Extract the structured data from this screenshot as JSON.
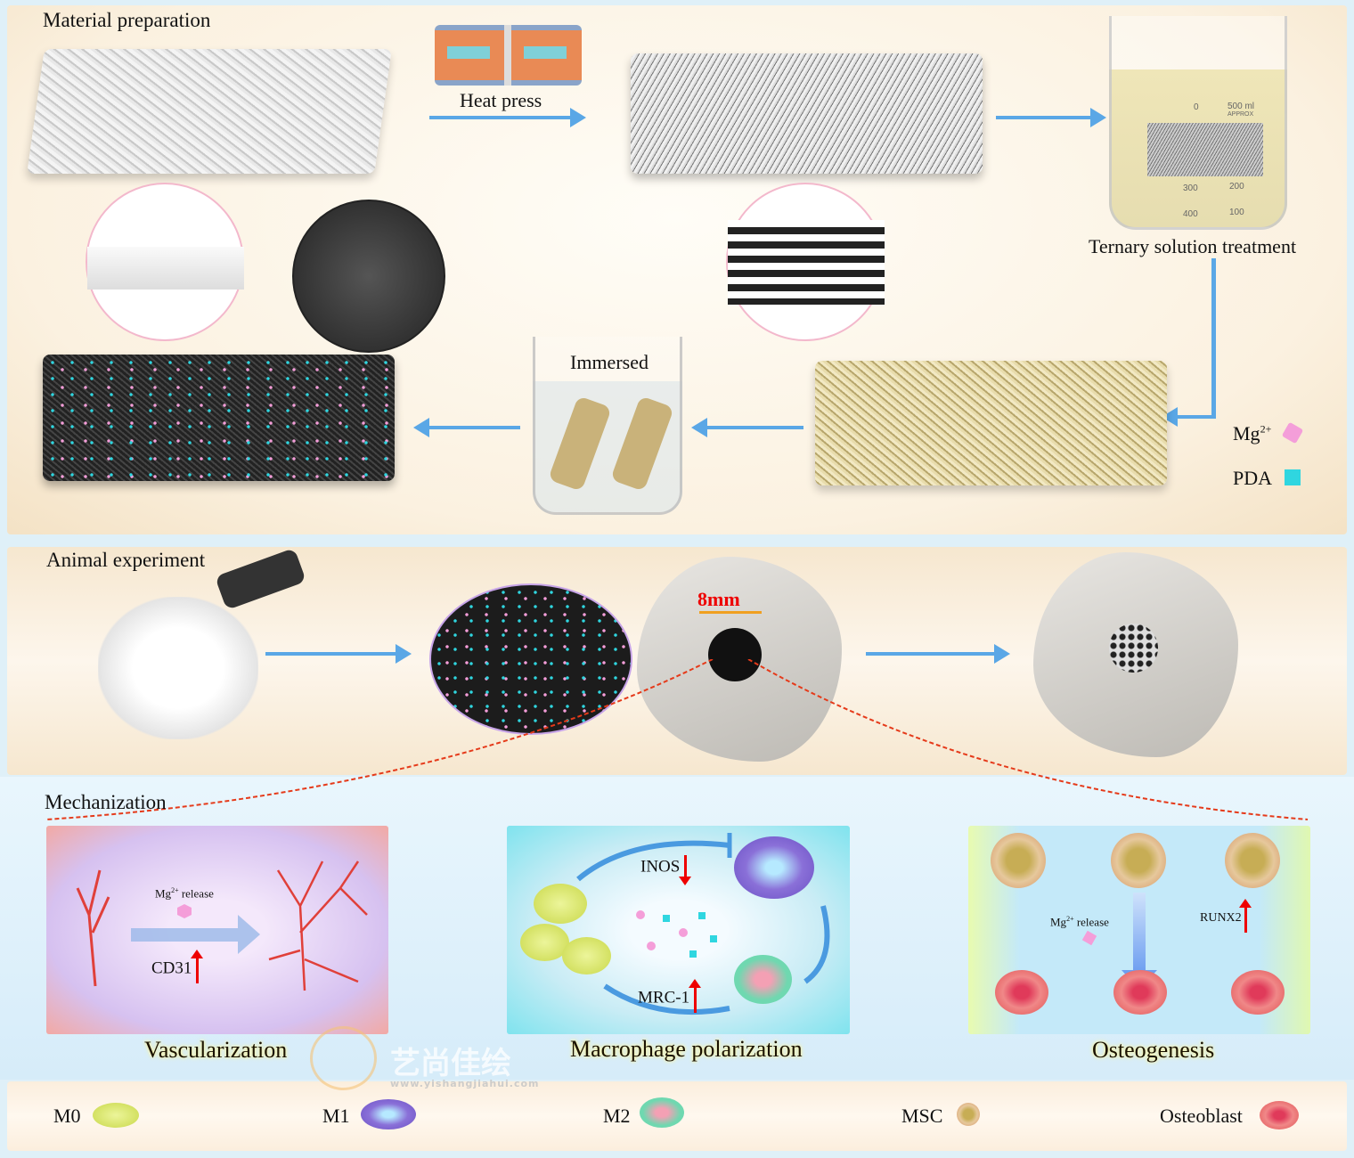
{
  "sections": {
    "material": "Material preparation",
    "animal": "Animal experiment",
    "mechanization": "Mechanization"
  },
  "material_steps": {
    "heat_press": "Heat press",
    "ternary": "Ternary solution treatment",
    "immersed": "Immersed",
    "beaker_marks": [
      "500 ml",
      "APPROX",
      "0",
      "100",
      "200",
      "300",
      "400"
    ]
  },
  "ions": {
    "mg": "Mg",
    "mg_sup": "2+",
    "pda": "PDA"
  },
  "animal": {
    "defect_size": "8mm"
  },
  "mechanisms": [
    {
      "title": "Vascularization",
      "release": "Mg",
      "release_sup": "2+",
      "release_suffix": " release",
      "marker": "CD31"
    },
    {
      "title": "Macrophage polarization",
      "marker_down": "INOS",
      "marker_up": "MRC-1"
    },
    {
      "title": "Osteogenesis",
      "release": "Mg",
      "release_sup": "2+",
      "release_suffix": " release",
      "marker": "RUNX2"
    }
  ],
  "legend": [
    "M0",
    "M1",
    "M2",
    "MSC",
    "Osteoblast"
  ],
  "watermark": {
    "name": "艺尚佳绘",
    "url": "www.yishangjiahui.com"
  },
  "colors": {
    "arrow": "#5aa7e6",
    "mg": "#f08ad0",
    "pda": "#2fd6e0",
    "red": "#e00000"
  }
}
